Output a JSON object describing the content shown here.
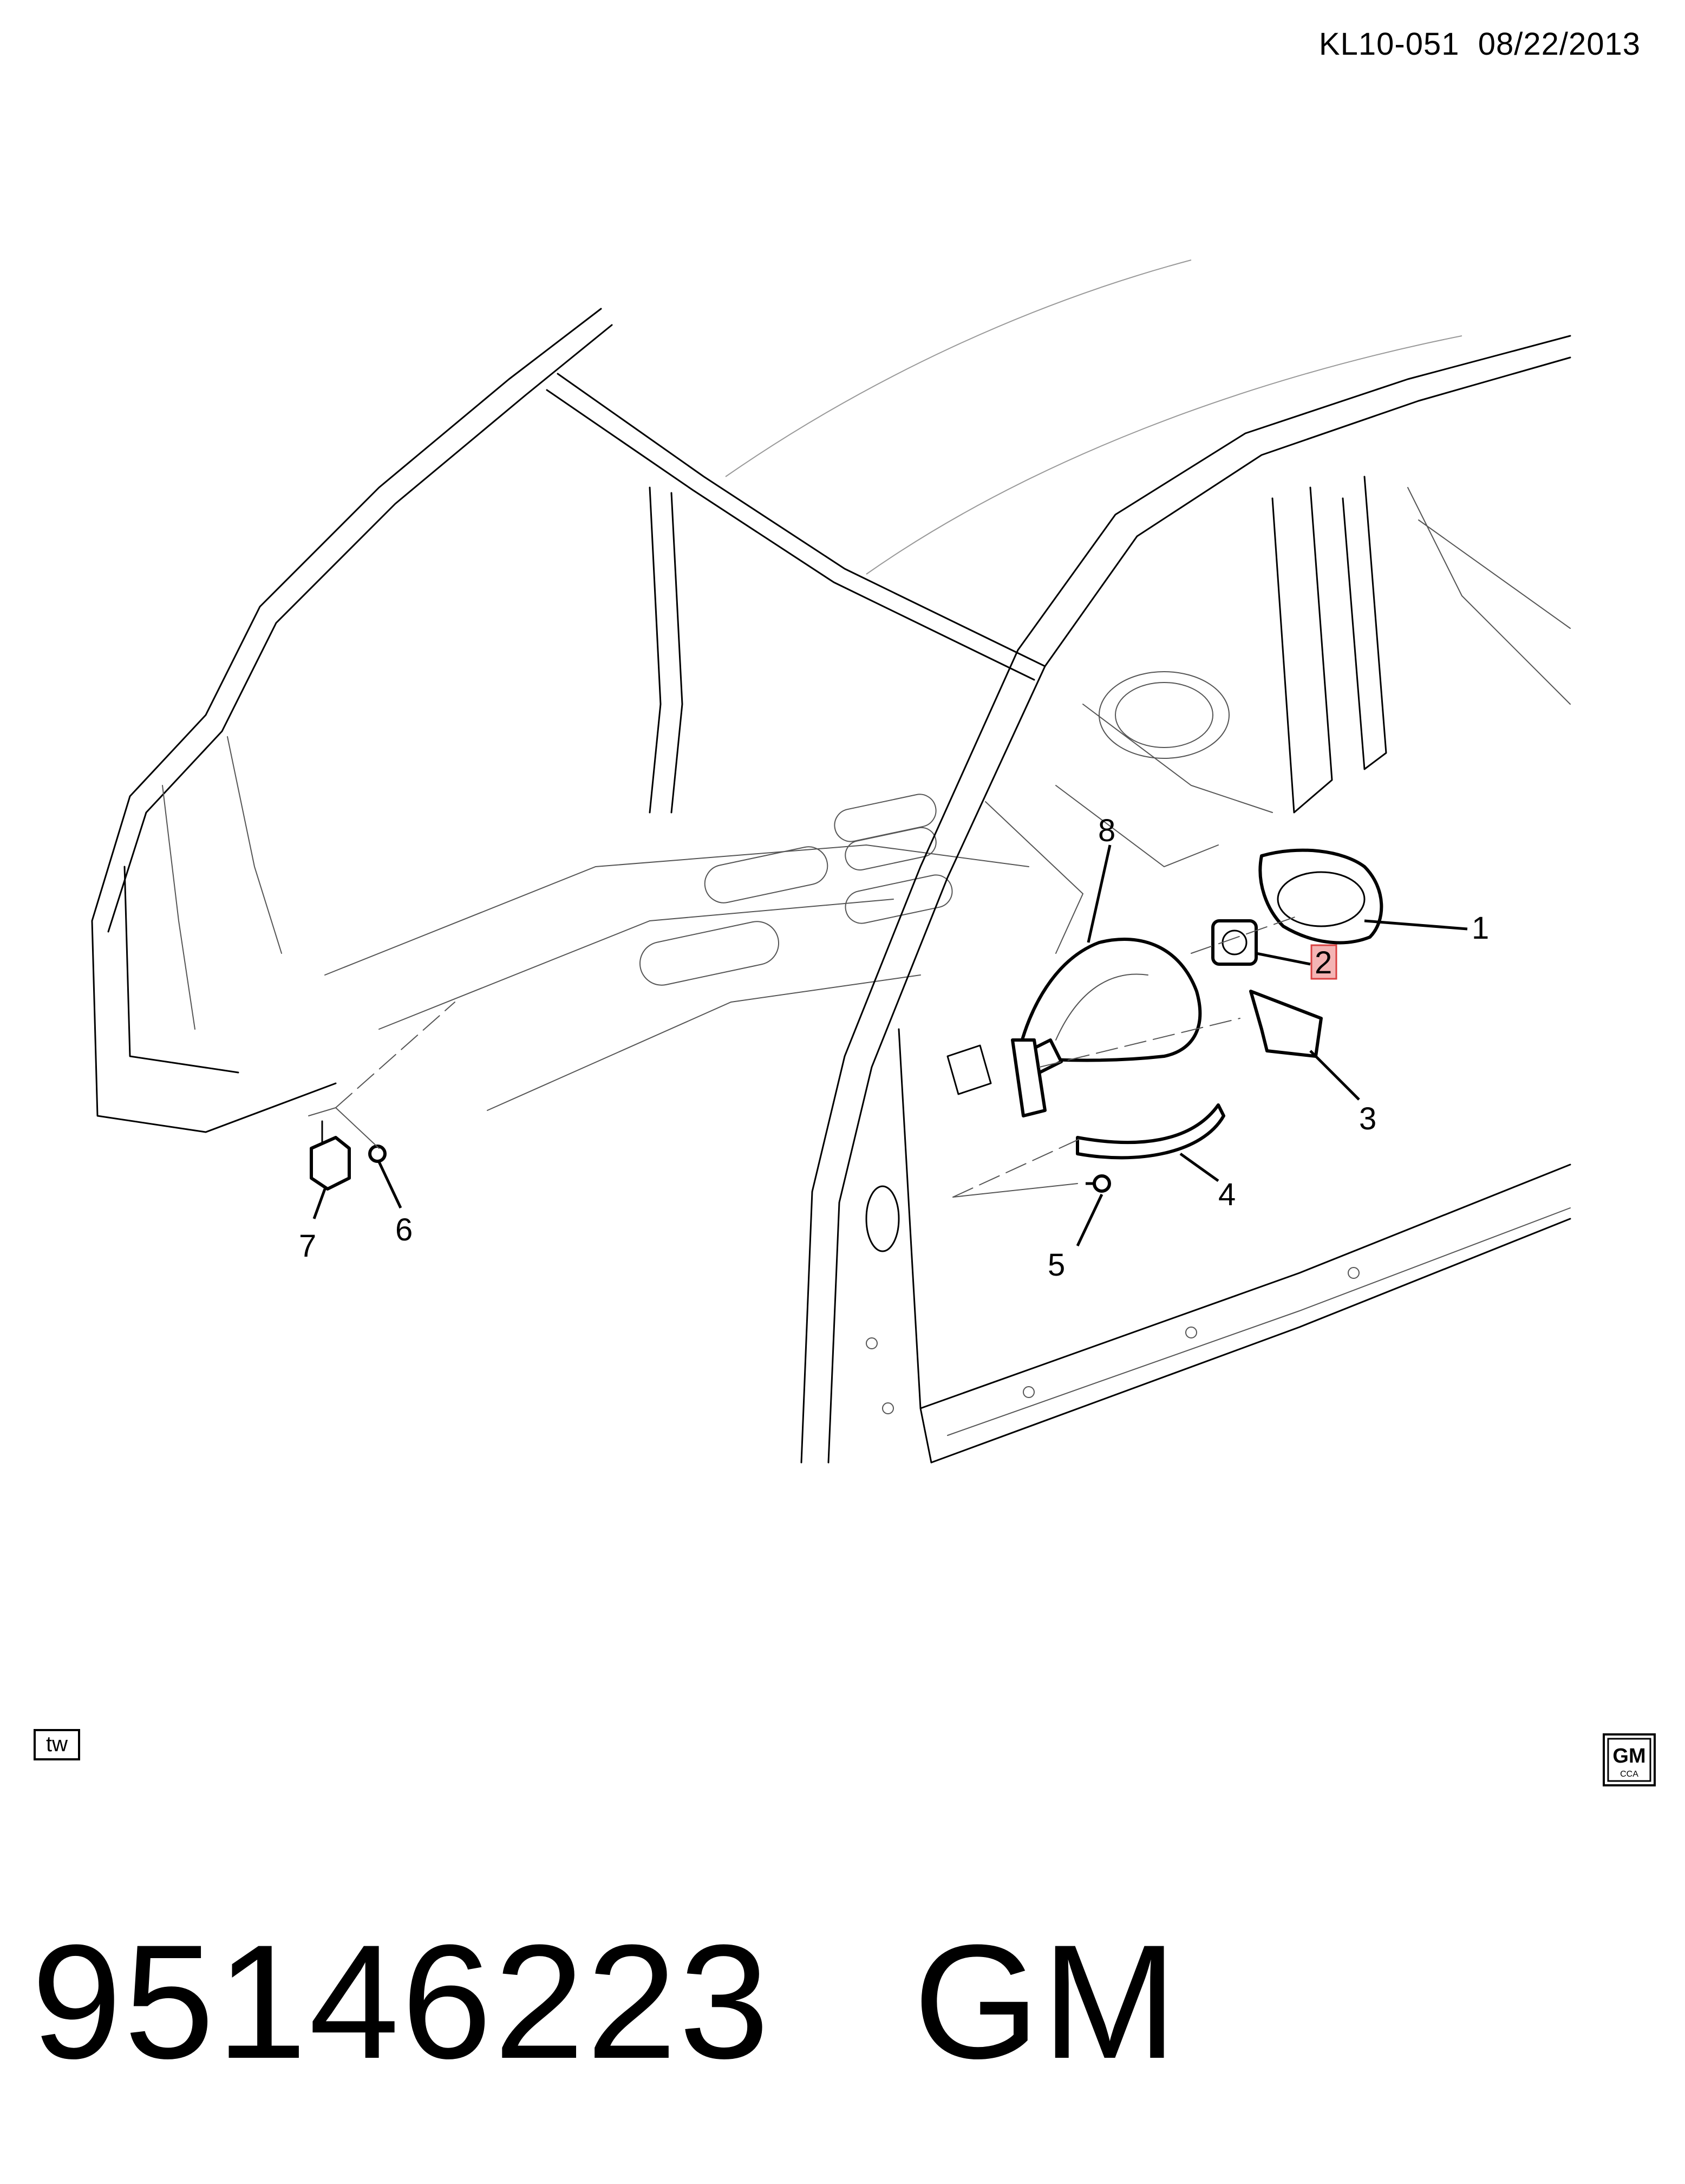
{
  "header": {
    "diagram_code": "KL10-051",
    "date": "08/22/2013"
  },
  "callouts": [
    {
      "id": "callout-1",
      "label": "1"
    },
    {
      "id": "callout-2",
      "label": "2",
      "highlighted": true
    },
    {
      "id": "callout-3",
      "label": "3"
    },
    {
      "id": "callout-4",
      "label": "4"
    },
    {
      "id": "callout-5",
      "label": "5"
    },
    {
      "id": "callout-6",
      "label": "6"
    },
    {
      "id": "callout-7",
      "label": "7"
    },
    {
      "id": "callout-8",
      "label": "8"
    }
  ],
  "badges": {
    "tw": "tw",
    "logo_top": "GM",
    "logo_bottom": "CCA"
  },
  "footer": {
    "part_number": "95146223",
    "brand": "GM"
  },
  "colors": {
    "line": "#000000",
    "highlight_fill": "#f4b4b4",
    "highlight_stroke": "#d94040",
    "background": "#ffffff"
  }
}
